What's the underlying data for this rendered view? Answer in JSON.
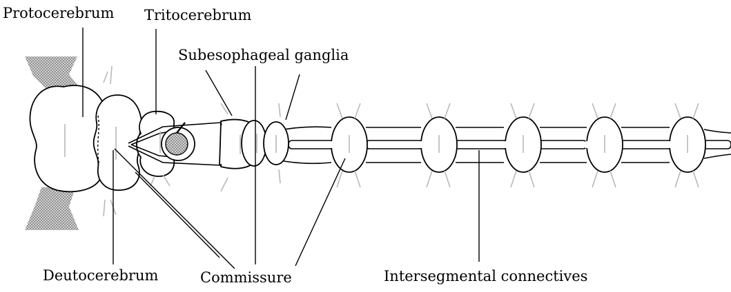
{
  "labels": {
    "protocerebrum": "Protocerebrum",
    "tritocerebrum": "Tritocerebrum",
    "subesophageal": "Subesophageal ganglia",
    "deutocerebrum": "Deutocerebrum",
    "commissure": "Commissure",
    "intersegmental": "Intersegmental connectives"
  },
  "colors": {
    "line": "#000000",
    "fill": "#ffffff",
    "nerve_tick": "#b8b8b8",
    "optic_hatch": "#8c8c8c"
  },
  "trunk_ganglia_count": 5
}
